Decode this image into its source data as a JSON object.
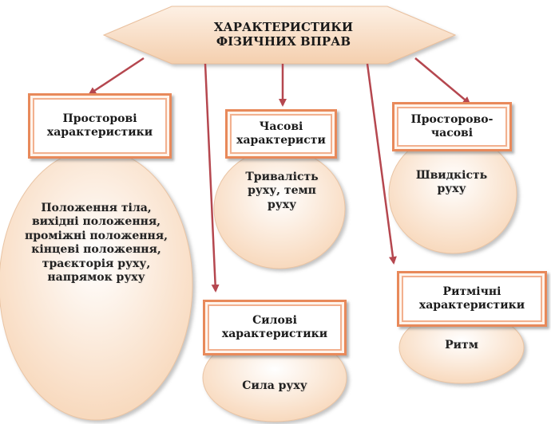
{
  "title": "ХАРАКТЕРИСТИКИ ФІЗИЧНИХ ВПРАВ",
  "nodes": [
    {
      "id": "spatial",
      "label": "Просторові характеристики",
      "text": "Положення тіла, вихідні положення, проміжні положення, кінцеві положення, траєкторія руху, напрямок руху"
    },
    {
      "id": "temporal",
      "label": "Часові характеристи",
      "text": "Тривалість руху, темп руху"
    },
    {
      "id": "spatio-temporal",
      "label": "Просторово-часові",
      "text": "Швидкість руху"
    },
    {
      "id": "force",
      "label": "Силові характеристики",
      "text": "Сила руху"
    },
    {
      "id": "rhythmic",
      "label": "Ритмічні характеристики",
      "text": "Ритм"
    }
  ],
  "colors": {
    "hexagon_fill": "#f9e0c9",
    "ellipse_fill": "#fbe6d2",
    "box_border": "#e8895a",
    "arrow": "#b5474f"
  }
}
